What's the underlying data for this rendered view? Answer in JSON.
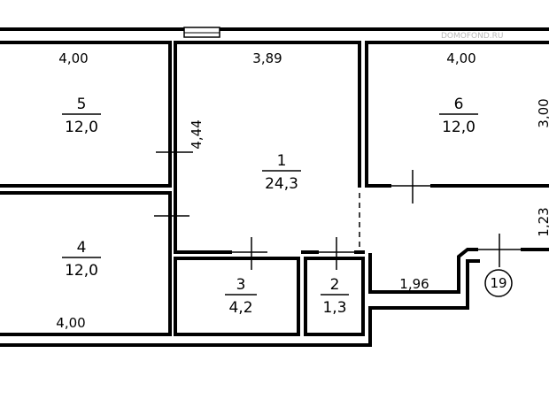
{
  "rooms": [
    {
      "id": "5",
      "area": "12,0"
    },
    {
      "id": "1",
      "area": "24,3"
    },
    {
      "id": "6",
      "area": "12,0"
    },
    {
      "id": "4",
      "area": "12,0"
    },
    {
      "id": "3",
      "area": "4,2"
    },
    {
      "id": "2",
      "area": "1,3"
    }
  ],
  "dimensions": {
    "room5_width": "4,00",
    "room1_width": "3,89",
    "room6_width": "4,00",
    "room4_width": "4,00",
    "room1_height": "4,44",
    "room6_height": "3,00",
    "corridor_height": "1,23",
    "corridor_width": "1,96"
  },
  "marker": {
    "number": "19"
  },
  "watermark": "DOMOFOND.RU"
}
